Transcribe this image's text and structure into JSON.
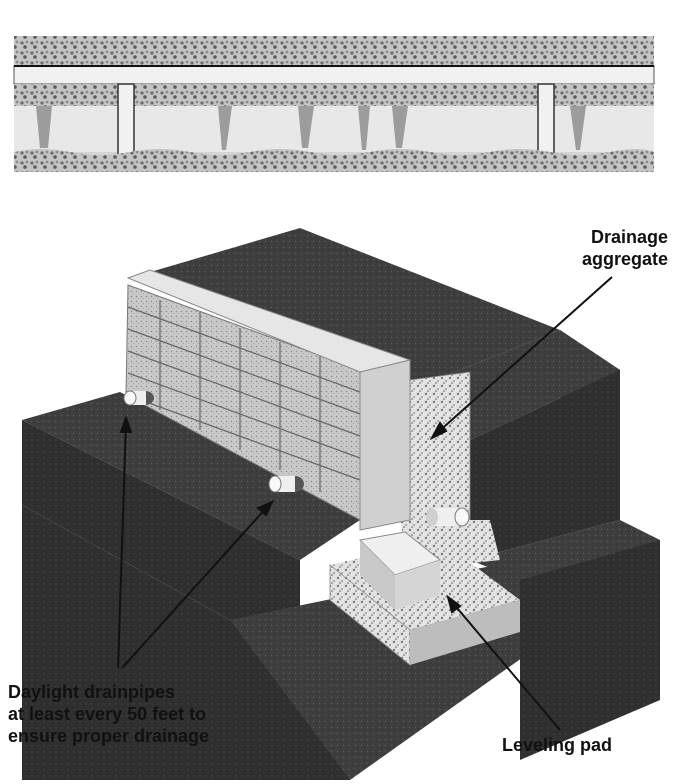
{
  "labels": {
    "drainage_aggregate": [
      "Drainage",
      "aggregate"
    ],
    "daylight_drainpipes": [
      "Daylight drainpipes",
      "at least every 50 feet to",
      "ensure proper drainage"
    ],
    "leveling_pad": "Leveling pad"
  },
  "colors": {
    "soil_dark": "#3d3d3d",
    "soil_mid": "#555555",
    "gravel_light": "#d8d8d8",
    "block_face": "#bdbdbd",
    "cap": "#e6e6e6",
    "pipe": "#eeeeee",
    "line": "#111111"
  }
}
